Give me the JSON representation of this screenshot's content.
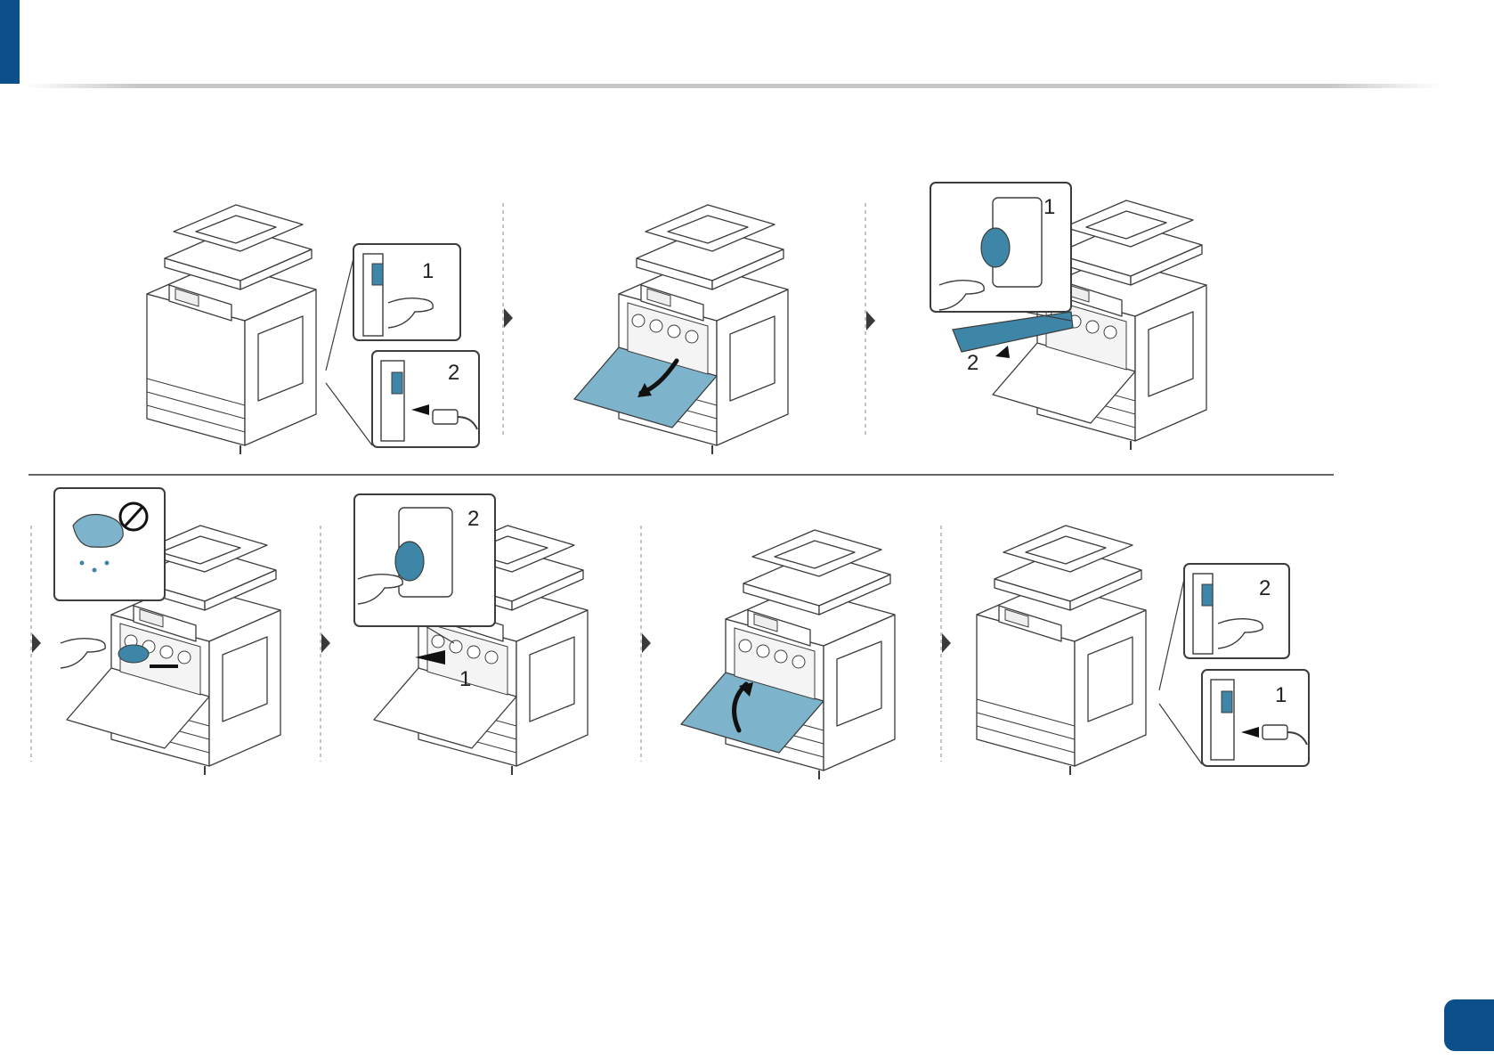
{
  "colors": {
    "brand": "#0d4f8b",
    "accent": "#3d86a8",
    "accent_light": "#7db4cc",
    "line": "#3c3c3c",
    "divider": "#8a8a8a",
    "rule": "#b9b9b9"
  },
  "steps": [
    {
      "panel": "unplug-power",
      "callouts": [
        "1",
        "2"
      ]
    },
    {
      "panel": "open-front-door",
      "callouts": []
    },
    {
      "panel": "remove-waste-toner",
      "callouts": [
        "1",
        "2"
      ]
    },
    {
      "panel": "clean-with-dry-cloth",
      "callouts": []
    },
    {
      "panel": "insert-waste-toner",
      "callouts": [
        "1",
        "2"
      ]
    },
    {
      "panel": "close-front-door",
      "callouts": []
    },
    {
      "panel": "plug-power",
      "callouts": [
        "2",
        "1"
      ]
    }
  ],
  "icons": [
    "no-water-icon",
    "arrow-right-icon",
    "hand-icon",
    "printer-icon",
    "power-plug-icon"
  ]
}
